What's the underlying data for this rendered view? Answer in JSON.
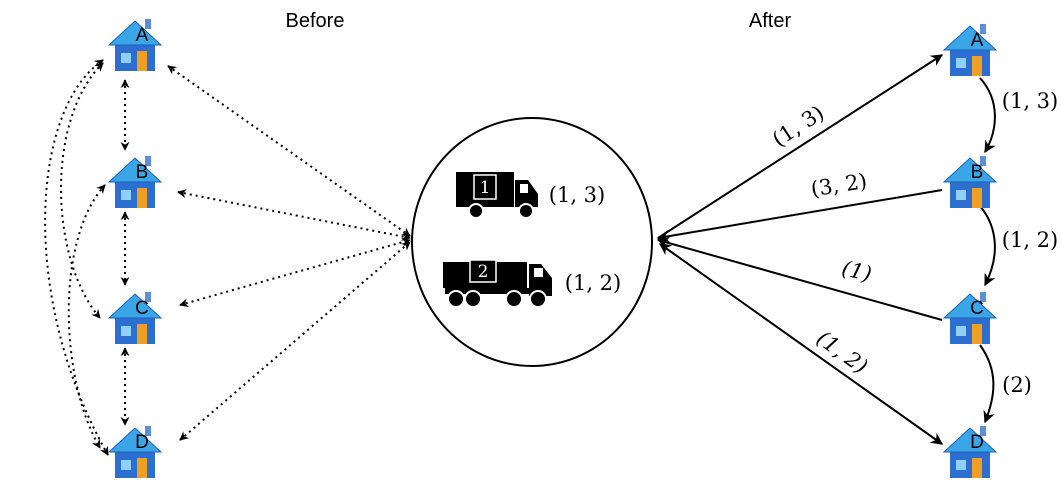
{
  "headings": {
    "before": "Before",
    "after": "After"
  },
  "houses": {
    "before": [
      "A",
      "B",
      "C",
      "D"
    ],
    "after": [
      "A",
      "B",
      "C",
      "D"
    ]
  },
  "depot": {
    "trucks": [
      {
        "number": "1",
        "route": "(1, 3)"
      },
      {
        "number": "2",
        "route": "(1, 2)"
      }
    ]
  },
  "after_links": {
    "depot_edges": [
      {
        "house": "A",
        "label": "(1, 3)",
        "direction": "depot-to-house"
      },
      {
        "house": "B",
        "label": "(3, 2)",
        "direction": "house-to-depot"
      },
      {
        "house": "C",
        "label": "(1)",
        "direction": "house-to-depot"
      },
      {
        "house": "D",
        "label": "(1, 2)",
        "direction": "both"
      }
    ],
    "chain_edges": [
      {
        "from": "A",
        "to": "B",
        "label": "(1, 3)"
      },
      {
        "from": "B",
        "to": "C",
        "label": "(1, 2)"
      },
      {
        "from": "C",
        "to": "D",
        "label": "(2)"
      }
    ]
  },
  "colors": {
    "house_roof": "#3aa6e8",
    "house_wall": "#2c6fd1",
    "house_door": "#f0a020",
    "line": "#000000"
  }
}
